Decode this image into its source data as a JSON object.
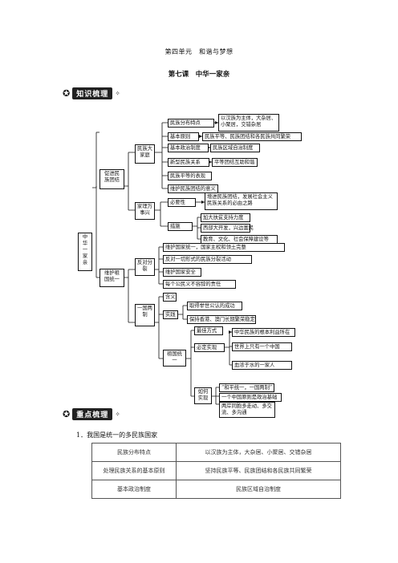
{
  "header": {
    "unit": "第四单元　和谐与梦想",
    "lesson": "第七课　中华一家亲"
  },
  "sections": {
    "knowledge": "知识梳理",
    "key": "重点梳理"
  },
  "map": {
    "root": "中华一家亲",
    "b1": "促进民族团结",
    "b1a": "民族大家庭",
    "b1a_items": [
      "民族分布特点",
      "基本原则",
      "基本政治制度",
      "新型民族关系",
      "民族平等的表现",
      "维护民族团结的意义"
    ],
    "b1a_leaf0": "以汉族为主体，大杂居、小聚居，交错杂居",
    "b1a_leaf1": "民族平等、民族团结和各民族共同繁荣",
    "b1a_leaf2": "民族区域自治制度",
    "b1a_leaf3": "平等团结互助和谐",
    "b1b": "家理万事兴",
    "b1b_items": [
      "必要性",
      "措施"
    ],
    "b1b_nec": "增进民族团结，发展社会主义民族关系的必由之路",
    "b1b_meas": [
      "加大扶贫支持力度",
      "西部大开发，兴边富民",
      "教育、文化、社会保障建设等"
    ],
    "b2": "维护祖国统一",
    "b2a": "反对分裂",
    "b2a_items": [
      "维护国家统一，国家主权和领土完整",
      "反对一切形式的民族分裂活动",
      "维护国家安全",
      "每个公民义不容辞的责任"
    ],
    "b2b": "一国两制",
    "b2b_items": [
      "含义",
      "实践",
      "祖国统一"
    ],
    "b2b_prac": [
      "取得举世公认的成功",
      "保持香港、澳门长期繁荣稳定"
    ],
    "b2b_uni": [
      "最佳方式",
      "必定实现",
      "如何实现"
    ],
    "b2b_must": [
      "中华民族的根本利益所在",
      "世界上只有一个中国",
      "血浓于水的一家人"
    ],
    "b2b_how": [
      "“和平统一，一国两制”",
      "一个中国原则是政治基础",
      "两岸同胞多走动、多交流、多沟通"
    ]
  },
  "list_title": "1．我国是统一的多民族国家",
  "table": [
    [
      "民族分布特点",
      "以汉族为主体，大杂居、小聚居、交错杂居"
    ],
    [
      "处理民族关系的基本原则",
      "坚持民族平等、民族团结和各民族共同繁荣"
    ],
    [
      "基本政治制度",
      "民族区域自治制度"
    ]
  ]
}
